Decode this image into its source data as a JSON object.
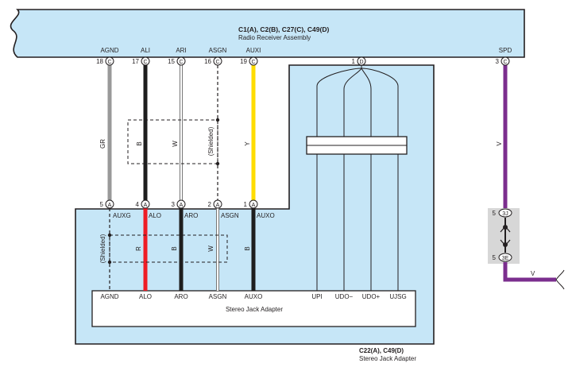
{
  "radio_receiver": {
    "connectors": "C1(A), C2(B), C27(C), C49(D)",
    "name": "Radio Receiver Assembly"
  },
  "stereo_jack": {
    "connectors": "C22(A), C49(D)",
    "name": "Stereo Jack Adapter",
    "inner_name": "Stereo Jack Adapter"
  },
  "top_pins": [
    {
      "signal": "AGND",
      "pin": "18",
      "conn": "C"
    },
    {
      "signal": "ALI",
      "pin": "17",
      "conn": "C"
    },
    {
      "signal": "ARI",
      "pin": "15",
      "conn": "C"
    },
    {
      "signal": "ASGN",
      "pin": "16",
      "conn": "C"
    },
    {
      "signal": "AUXI",
      "pin": "19",
      "conn": "C"
    },
    {
      "signal": "",
      "pin": "1",
      "conn": "D"
    },
    {
      "signal": "SPD",
      "pin": "3",
      "conn": "C"
    }
  ],
  "bottom_pins": [
    {
      "signal": "AUXG",
      "pin": "5",
      "conn": "A"
    },
    {
      "signal": "ALO",
      "pin": "4",
      "conn": "A"
    },
    {
      "signal": "ARO",
      "pin": "3",
      "conn": "A"
    },
    {
      "signal": "ASGN",
      "pin": "2",
      "conn": "A"
    },
    {
      "signal": "AUXO",
      "pin": "1",
      "conn": "A"
    }
  ],
  "upper_wire_colors": {
    "agnd": "GR",
    "ali": "B",
    "ari": "W",
    "shield": "(Shielded)",
    "auxi": "Y",
    "spd": "V"
  },
  "lower_wire_colors": {
    "alo": "R",
    "aro": "B",
    "asgn": "W",
    "shield": "(Shielded)",
    "auxo": "B"
  },
  "jack_terminals": [
    "AGND",
    "ALO",
    "ARO",
    "ASGN",
    "AUXO",
    "UPI",
    "UDO−",
    "UDO+",
    "UJSG"
  ],
  "junction": {
    "top_pin": "5",
    "top_label": "3J",
    "bottom_pin": "5",
    "bottom_label": "3E",
    "out_color": "V"
  },
  "colors": {
    "box_fill": "#c6e6f7",
    "outline": "#231f20",
    "gray_wire": "#999999",
    "black_wire": "#1e1e1e",
    "yellow_wire": "#ffdd00",
    "purple_wire": "#7b2e8e",
    "red_wire": "#ee1c25",
    "junction_fill": "#d7d7d7"
  }
}
